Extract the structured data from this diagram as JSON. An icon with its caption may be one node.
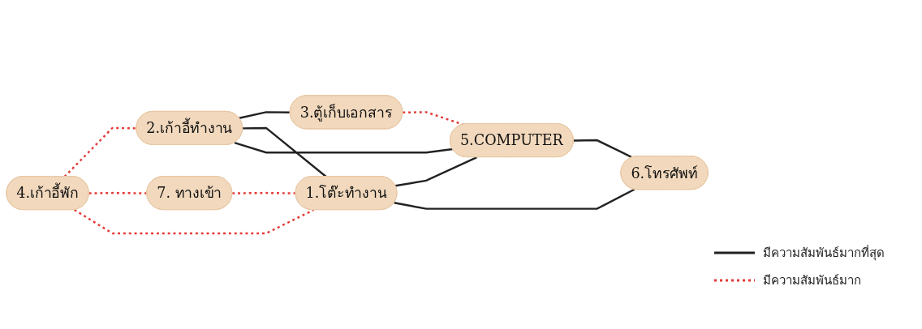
{
  "diagram": {
    "nodes": [
      {
        "text": [
          "4.เก้าอี้พัก"
        ]
      },
      {
        "text": [
          "2.เก้าอี้ทำงาน"
        ]
      },
      {
        "text": [
          "3.ตู้เก็บเอกสาร"
        ]
      },
      {
        "text": [
          "7. ทางเข้า"
        ]
      },
      {
        "text": [
          "1.โต๊ะทำงาน"
        ]
      },
      {
        "text": [
          "5.COMPUTER"
        ]
      },
      {
        "text": [
          "6.โทรศัพท์"
        ]
      }
    ],
    "edges": [
      {
        "from": 0,
        "to": 1,
        "arrow": "none",
        "style": "dashed",
        "color": "#e53935"
      },
      {
        "from": 1,
        "to": 2,
        "arrow": "none"
      },
      {
        "from": 0,
        "to": 3,
        "arrow": "none",
        "style": "dashed",
        "color": "#e53935"
      },
      {
        "from": 0,
        "to": 4,
        "arrow": "none",
        "style": "dashed",
        "color": "#e53935"
      },
      {
        "from": 1,
        "to": 4,
        "arrow": "none"
      },
      {
        "from": 1,
        "to": 5,
        "arrow": "none"
      },
      {
        "from": 2,
        "to": 5,
        "arrow": "none",
        "style": "dashed",
        "color": "#e53935"
      },
      {
        "from": 3,
        "to": 4,
        "arrow": "none",
        "style": "dashed",
        "color": "#e53935"
      },
      {
        "from": 4,
        "to": 5,
        "arrow": "none"
      },
      {
        "from": 4,
        "to": 6,
        "arrow": "none"
      },
      {
        "from": 5,
        "to": 6,
        "arrow": "none"
      }
    ],
    "legend": [
      {
        "text": "มีความสัมพันธ์มากที่สุด"
      },
      {
        "text": "มีความสัมพันธ์มาก"
      }
    ]
  }
}
